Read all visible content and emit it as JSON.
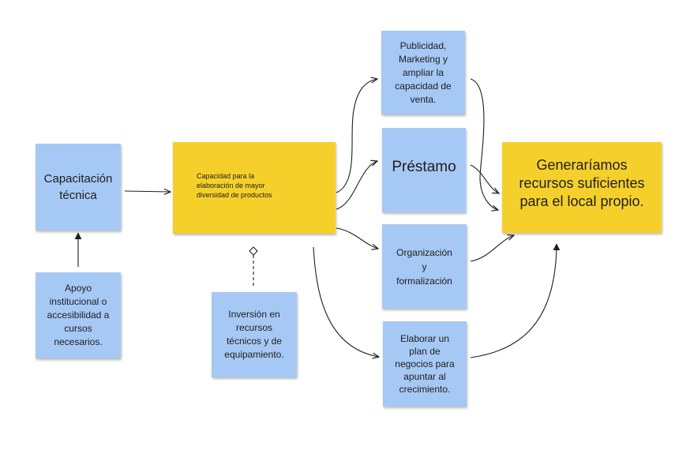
{
  "colors": {
    "blue_note": "#a6c8f4",
    "yellow_note": "#f5d02a",
    "connector": "#1e1e1e"
  },
  "nodes": {
    "capacitacion": "Capacitación\ntécnica",
    "apoyo": "Apoyo\ninstitucional o\naccesibilidad a\ncursos\nnecesarios.",
    "capacidad": "Capacidad para la\nelaboración de mayor\ndiversidad de productos",
    "inversion": "Inversión en\nrecursos\ntécnicos y de\nequipamiento.",
    "publicidad": "Publicidad,\nMarketing y\nampliar la\ncapacidad de\nventa.",
    "prestamo": "Préstamo",
    "organizacion": "Organización\ny\nformalización",
    "plan": "Elaborar un\nplan de\nnegocios para\napuntar al\ncrecimiento.",
    "resultado": "Generaríamos\nrecursos suficientes\npara el local propio."
  }
}
